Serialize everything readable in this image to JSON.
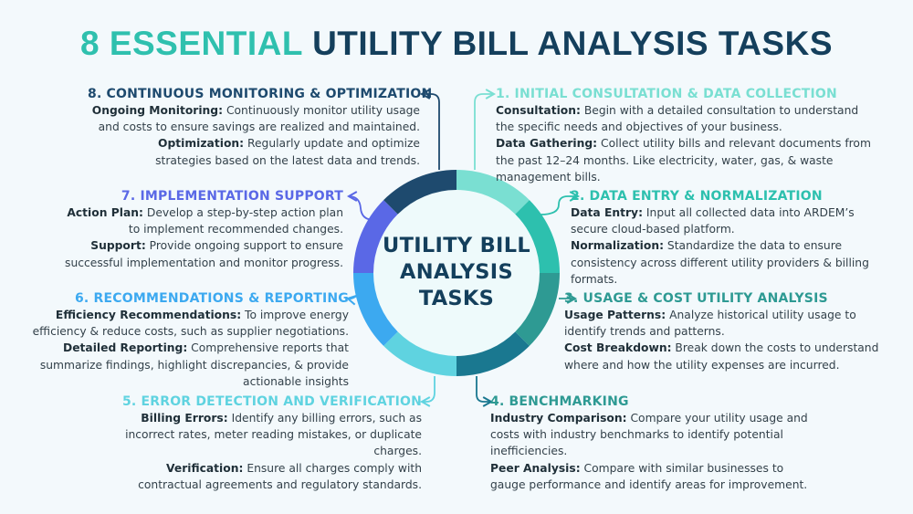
{
  "title": {
    "accent": "8 ESSENTIAL",
    "main": "UTILITY BILL ANALYSIS TASKS"
  },
  "center": {
    "line1": "UTILITY BILL",
    "line2": "ANALYSIS",
    "line3": "TASKS"
  },
  "colors": {
    "step1": "#7adfd2",
    "step2": "#2dc0ae",
    "step3": "#2e9a93",
    "step4": "#1a7890",
    "step5": "#5fd3e0",
    "step6": "#3ca9f0",
    "step7": "#5a68e6",
    "step8": "#1e4a6e",
    "title_accent": "#2fc0ae",
    "title_main": "#143f5c",
    "background": "#f3f9fc"
  },
  "steps": [
    {
      "heading": "1. INITIAL CONSULTATION & DATA COLLECTION",
      "items": [
        {
          "label": "Consultation:",
          "text": " Begin with a detailed consultation to understand the specific needs and objectives of your business."
        },
        {
          "label": "Data Gathering:",
          "text": " Collect utility bills and relevant documents from the past 12–24 months. Like electricity, water, gas, & waste management bills."
        }
      ]
    },
    {
      "heading": "2. DATA ENTRY & NORMALIZATION",
      "items": [
        {
          "label": "Data Entry:",
          "text": " Input all collected data into ARDEM’s secure cloud-based platform."
        },
        {
          "label": "Normalization:",
          "text": " Standardize the data to ensure consistency across different utility providers & billing formats."
        }
      ]
    },
    {
      "heading": "3. USAGE & COST UTILITY ANALYSIS",
      "items": [
        {
          "label": "Usage Patterns:",
          "text": " Analyze historical utility usage to identify trends and patterns."
        },
        {
          "label": "Cost Breakdown:",
          "text": " Break down the costs to understand where and how the utility expenses are incurred."
        }
      ]
    },
    {
      "heading": "4. BENCHMARKING",
      "items": [
        {
          "label": "Industry Comparison:",
          "text": " Compare your utility usage and costs with industry benchmarks to identify potential inefficiencies."
        },
        {
          "label": "Peer Analysis:",
          "text": " Compare with similar businesses to gauge performance and identify areas for improvement."
        }
      ]
    },
    {
      "heading": "5. ERROR DETECTION AND VERIFICATION",
      "items": [
        {
          "label": "Billing Errors:",
          "text": " Identify any billing errors, such as incorrect rates, meter reading mistakes, or duplicate charges."
        },
        {
          "label": "Verification:",
          "text": " Ensure all charges comply with contractual agreements and regulatory standards."
        }
      ]
    },
    {
      "heading": "6. RECOMMENDATIONS & REPORTING",
      "items": [
        {
          "label": "Efficiency Recommendations:",
          "text": " To improve energy efficiency & reduce costs, such as supplier negotiations."
        },
        {
          "label": "Detailed Reporting:",
          "text": " Comprehensive reports that summarize findings, highlight discrepancies, & provide actionable insights"
        }
      ]
    },
    {
      "heading": "7. IMPLEMENTATION SUPPORT",
      "items": [
        {
          "label": "Action Plan:",
          "text": " Develop a step-by-step action plan to implement recommended changes."
        },
        {
          "label": "Support:",
          "text": " Provide ongoing support to ensure successful implementation and monitor progress."
        }
      ]
    },
    {
      "heading": "8. CONTINUOUS MONITORING & OPTIMIZATION",
      "items": [
        {
          "label": "Ongoing Monitoring:",
          "text": " Continuously monitor utility usage and costs to ensure savings are realized and maintained."
        },
        {
          "label": "Optimization:",
          "text": " Regularly update and optimize strategies based on the latest data and trends."
        }
      ]
    }
  ]
}
